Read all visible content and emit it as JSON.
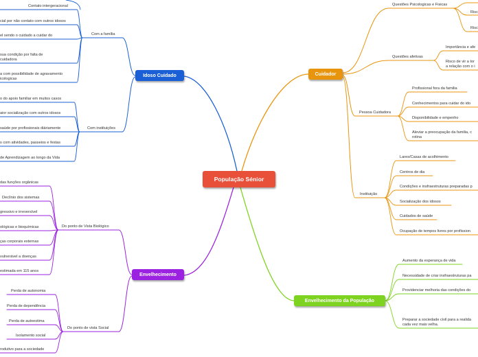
{
  "central": {
    "label": "População Sénior",
    "color": "#e8503a"
  },
  "branches": {
    "idoso": {
      "label": "Idoso Cuidado",
      "color": "#1a5fd6",
      "groups": {
        "familia": {
          "label": "Com a família",
          "items": [
            "Contato intergeracional",
            "cial por não contato com outros idosos",
            "el sendo o cuidado a cuidar do",
            "sua condição por falta de",
            "cuidadora",
            "a com possibilidade de agravamento",
            "icologicas"
          ]
        },
        "instituicoes": {
          "label": "Com instituições",
          "items": [
            "o do apoio familiar em muitos casos",
            "aior socialização com outros idosos",
            "saúde por profissionais diáriamente",
            "s com atividades, passeios e festas",
            "de Aprendizagem ao longo da Vida"
          ]
        }
      }
    },
    "envelhecimento": {
      "label": "Envelhecimento",
      "color": "#9b22e0",
      "groups": {
        "biologico": {
          "label": "Do ponto de Vista Biológico",
          "items": [
            "das funções orgânicas",
            "Declínio dos sistemas",
            "gressivo e irreversível",
            "ológicas e bioquímicas",
            "ças corporais externas",
            "vulnerável a doenças",
            "estimada em 115 anos"
          ]
        },
        "social": {
          "label": "Do ponto de vista Social",
          "items": [
            "Perda de autonomia",
            "Perda de dependência",
            "Perda de autoestima",
            "Isolamento social",
            "rodutivo para a sociedade"
          ]
        }
      }
    },
    "cuidador": {
      "label": "Cuidador",
      "color": "#e8940c",
      "groups": {
        "psicologicas": {
          "label": "Questões Psicologicas e Fisicas",
          "items": [
            "Risc",
            "Risc"
          ]
        },
        "afetivas": {
          "label": "Questões afetivas",
          "items": [
            "Importância e afe",
            "Risco de vir a tor",
            "a relação com o i"
          ]
        },
        "pessoa": {
          "label": "Pessoa Cuidadora",
          "items": [
            "Profissional fora da familia",
            "Conhecimentos para cuidar do ido",
            "Disponibilidade e empenho",
            "Aleviar a preocupação da familia, c",
            "rotina"
          ]
        },
        "instituicao": {
          "label": "Instituição",
          "items": [
            "Lares/Casas de acolhimento",
            "Centros de dia",
            "Condições e insfraestruturas preparadas p",
            "Socialização dos idosos",
            "Cuidados de saúde",
            "Ocupação de tempos livres por profission"
          ]
        }
      }
    },
    "populacao": {
      "label": "Envelhecimento da População",
      "color": "#7ed321",
      "items": [
        "Aumento da esperança de vida",
        "Necessidade de criar insfraestruturas pa",
        "Providenciar melhoria das condições do",
        "Preparar a sociedade civil para a realida",
        "cada vez mais velha."
      ]
    }
  }
}
